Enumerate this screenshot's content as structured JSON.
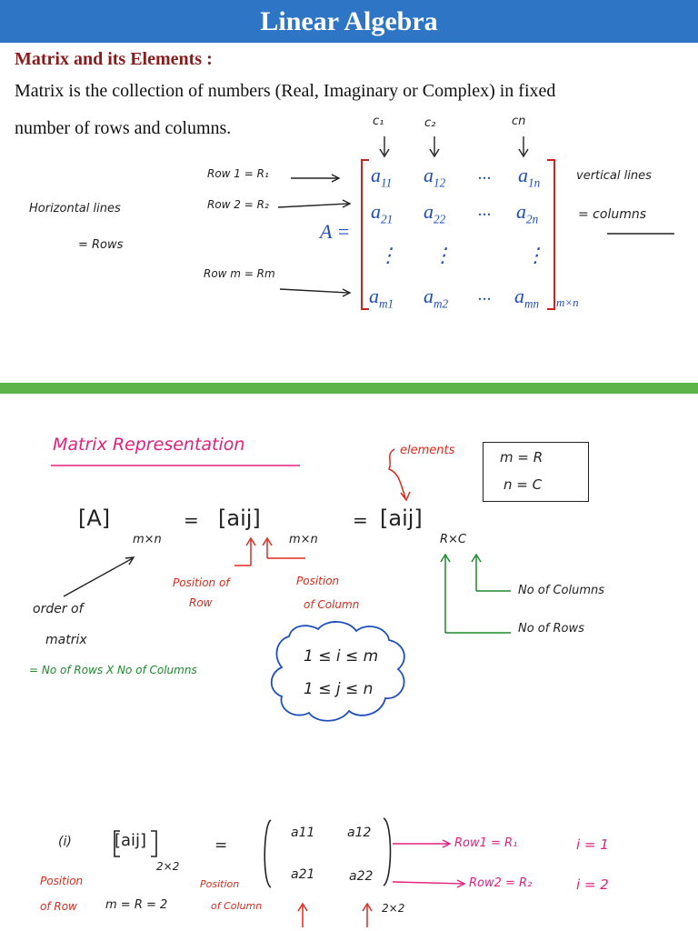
{
  "title": "Linear Algebra",
  "section": "Matrix and its Elements :",
  "intro_line1": "Matrix is the collection of numbers (Real, Imaginary or Complex) in fixed",
  "intro_line2": "number of rows and columns.",
  "top_diagram": {
    "col_labels": [
      "c₁",
      "c₂",
      "cn"
    ],
    "row_labels": [
      "Row 1 = R₁",
      "Row 2 = R₂",
      "Row m = Rm"
    ],
    "horizontal_note_1": "Horizontal lines",
    "horizontal_note_2": "= Rows",
    "vertical_note_1": "vertical lines",
    "vertical_note_2": "= columns",
    "matrix_name": "A =",
    "order_label": "m×n",
    "cells": [
      [
        "a11",
        "a12",
        "...",
        "a1n"
      ],
      [
        "a21",
        "a22",
        "...",
        "a2n"
      ],
      [
        "⋮",
        "⋮",
        "",
        "⋮"
      ],
      [
        "am1",
        "am2",
        "...",
        "amn"
      ]
    ]
  },
  "representation": {
    "heading": "Matrix Representation",
    "elements_note": "elements",
    "box_line1": "m = R",
    "box_line2": "n = C",
    "eq_left": "[A]",
    "eq_left_order": "m×n",
    "eq_equal": "=",
    "eq_mid": "[aij]",
    "eq_mid_order": "m×n",
    "eq_right": "[aij]",
    "eq_right_order": "R×C",
    "pos_row_1": "Position of",
    "pos_row_2": "Row",
    "pos_col_1": "Position",
    "pos_col_2": "of Column",
    "no_columns": "No of Columns",
    "no_rows": "No of Rows",
    "order_1": "order of",
    "order_2": "matrix",
    "order_3": "= No of Rows X No of Columns",
    "range_1": "1 ≤ i ≤ m",
    "range_2": "1 ≤ j ≤ n"
  },
  "example": {
    "label": "(i)",
    "lhs": "[aij]",
    "lhs_order": "2×2",
    "equal": "=",
    "cells": [
      [
        "a11",
        "a12"
      ],
      [
        "a21",
        "a22"
      ]
    ],
    "order": "2×2",
    "row1_note": "Row1 = R₁",
    "row2_note": "Row2 = R₂",
    "i1": "i = 1",
    "i2": "i = 2",
    "pos_row_1": "Position",
    "pos_row_2": "of Row",
    "mr": "m = R = 2",
    "pos_col_1": "Position",
    "pos_col_2": "of Column"
  }
}
